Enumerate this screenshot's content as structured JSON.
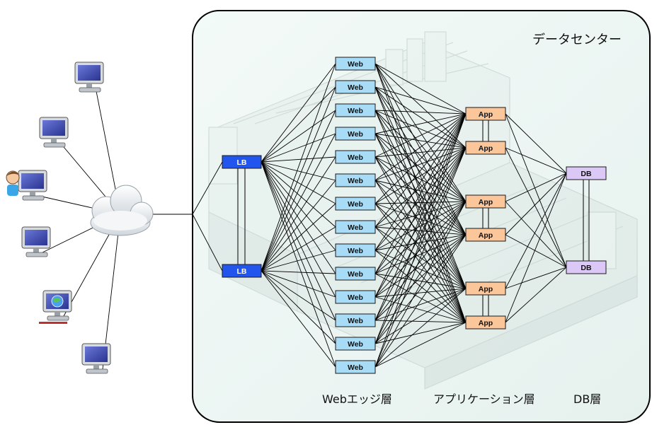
{
  "datacenter": {
    "title": "データセンター"
  },
  "layers": {
    "web_edge": "Webエッジ層",
    "application": "アプリケーション層",
    "db": "DB層"
  },
  "lb_nodes": [
    {
      "label": "LB"
    },
    {
      "label": "LB"
    }
  ],
  "web_nodes": [
    {
      "label": "Web"
    },
    {
      "label": "Web"
    },
    {
      "label": "Web"
    },
    {
      "label": "Web"
    },
    {
      "label": "Web"
    },
    {
      "label": "Web"
    },
    {
      "label": "Web"
    },
    {
      "label": "Web"
    },
    {
      "label": "Web"
    },
    {
      "label": "Web"
    },
    {
      "label": "Web"
    },
    {
      "label": "Web"
    },
    {
      "label": "Web"
    },
    {
      "label": "Web"
    }
  ],
  "app_nodes": [
    {
      "label": "App"
    },
    {
      "label": "App"
    },
    {
      "label": "App"
    },
    {
      "label": "App"
    },
    {
      "label": "App"
    },
    {
      "label": "App"
    }
  ],
  "db_nodes": [
    {
      "label": "DB"
    },
    {
      "label": "DB"
    }
  ],
  "clients": [
    {
      "icon": "desktop-computer-icon"
    },
    {
      "icon": "laptop-icon"
    },
    {
      "icon": "user-at-computer-icon"
    },
    {
      "icon": "monitor-computer-icon"
    },
    {
      "icon": "globe-monitor-icon"
    },
    {
      "icon": "small-desktop-icon"
    }
  ],
  "network": {
    "icon": "cloud-icon"
  },
  "colors": {
    "lb_fill": "#2255ee",
    "lb_text": "#ffffff",
    "web_fill": "#a8dcf6",
    "app_fill": "#fbc69a",
    "db_fill": "#dcc8f6",
    "panel_fill": "#eef6f4",
    "line": "#000000"
  }
}
